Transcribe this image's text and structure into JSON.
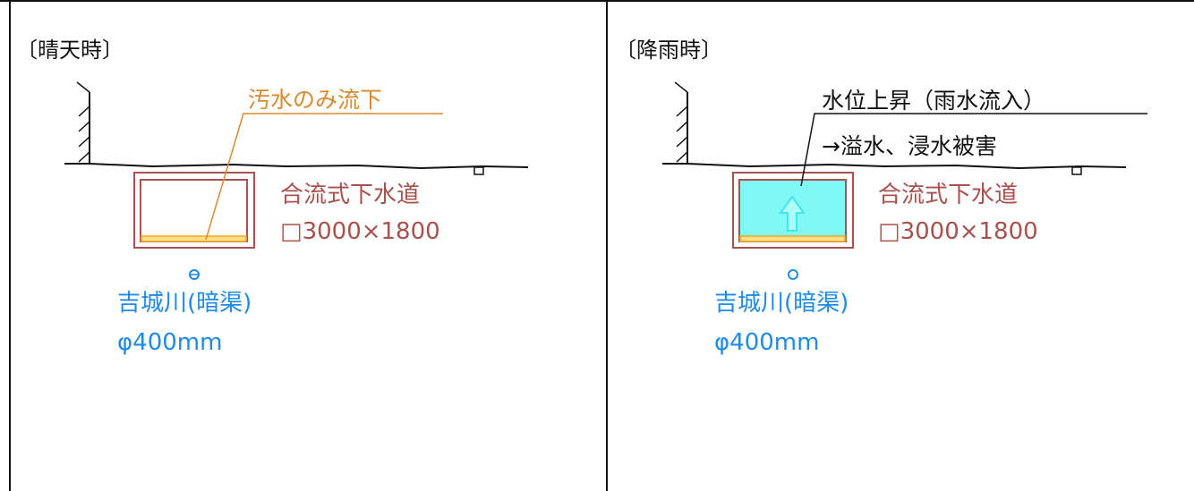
{
  "colors": {
    "frame": "#111111",
    "sewer_text": "#a9514d",
    "sewer_box": "#a9514d",
    "sewage": "#f5a623",
    "sewage_fill": "#fbe08a",
    "orange_callout": "#d88a2e",
    "river": "#1f8ae8",
    "rain_water": "#7ff8f6",
    "arrow": "#3fe6f0"
  },
  "panels": [
    {
      "title": "〔晴天時〕",
      "callout": "汚水のみ流下",
      "sewer_name": "合流式下水道",
      "sewer_size": "□3000×1800",
      "river_name": "吉城川(暗渠)",
      "river_size": "φ400mm"
    },
    {
      "title": "〔降雨時〕",
      "callout_line1": "水位上昇（雨水流入）",
      "callout_line2": "→溢水、浸水被害",
      "sewer_name": "合流式下水道",
      "sewer_size": "□3000×1800",
      "river_name": "吉城川(暗渠)",
      "river_size": "φ400mm"
    }
  ]
}
